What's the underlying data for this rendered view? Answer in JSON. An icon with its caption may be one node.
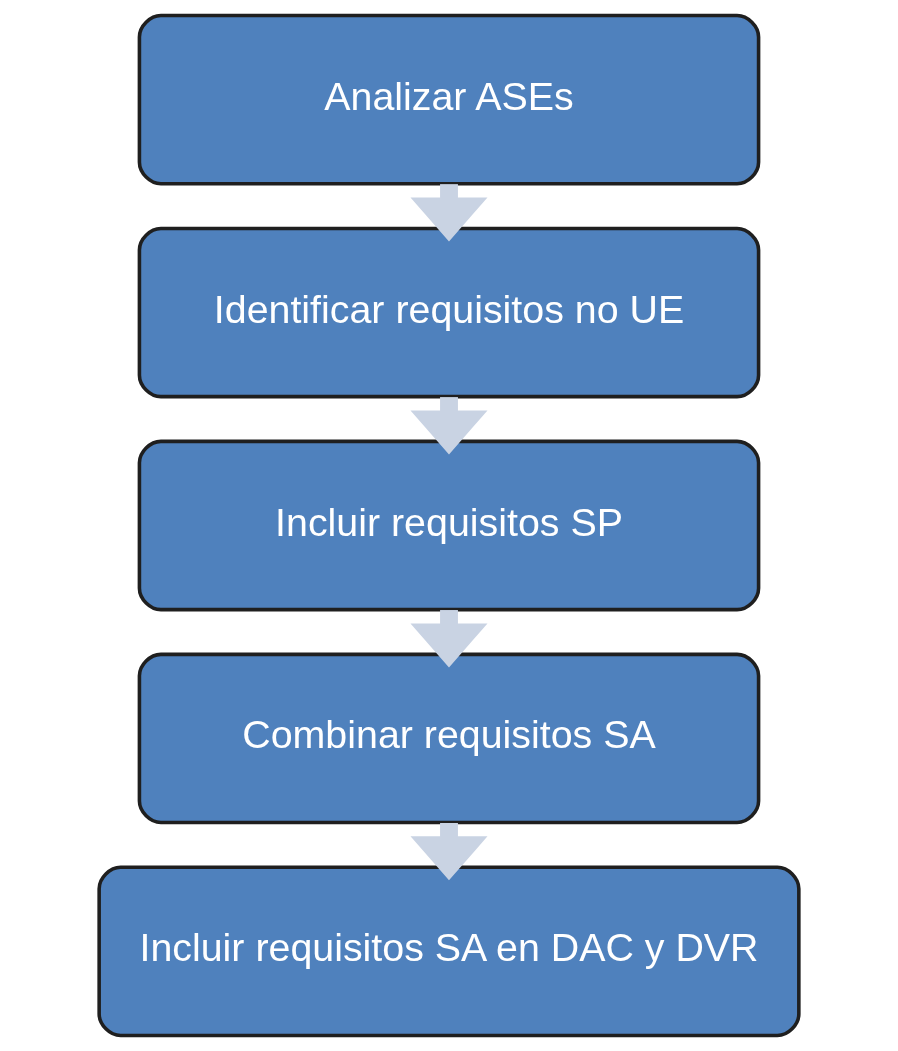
{
  "diagram": {
    "nodes": [
      {
        "text": [
          "Analizar ASEs"
        ]
      },
      {
        "text": [
          "Identificar requisitos no UE"
        ]
      },
      {
        "text": [
          "Incluir requisitos SP"
        ]
      },
      {
        "text": [
          "Combinar requisitos SA"
        ]
      },
      {
        "text": [
          "Incluir requisitos SA en DAC y DVR"
        ]
      }
    ],
    "edges": [
      {
        "from": 0,
        "to": 1,
        "arrow": "to"
      },
      {
        "from": 1,
        "to": 2,
        "arrow": "to"
      },
      {
        "from": 2,
        "to": 3,
        "arrow": "to"
      },
      {
        "from": 3,
        "to": 4,
        "arrow": "to"
      }
    ]
  }
}
